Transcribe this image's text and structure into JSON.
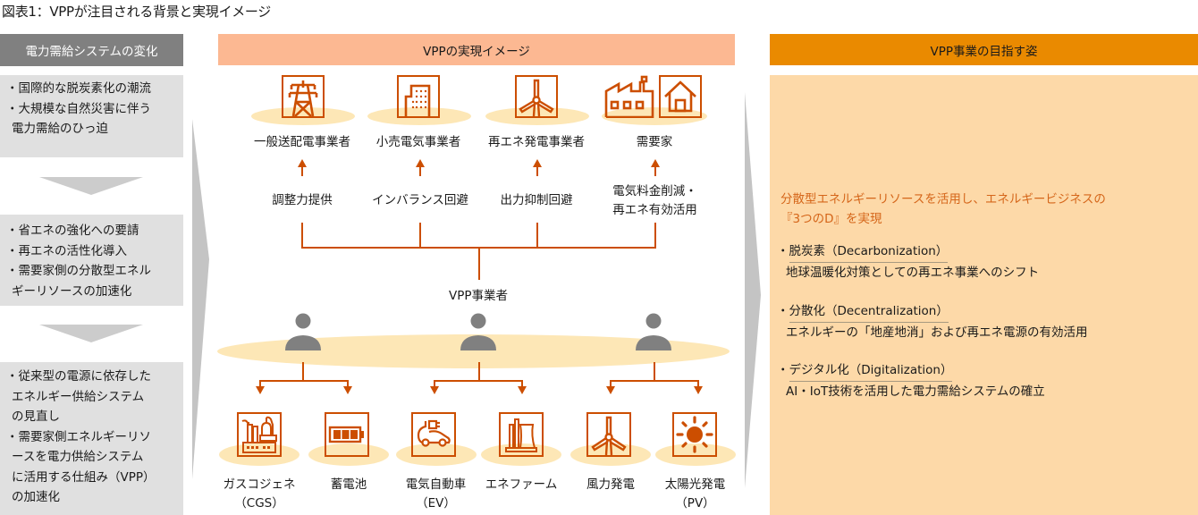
{
  "title": "図表1：VPPが注目される背景と実現イメージ",
  "colors": {
    "accent_dark": "#cc4e00",
    "center_header": "#fcb892",
    "right_header": "#ea8a00",
    "right_body": "#fdd9a8",
    "ellipse": "#fde7b6",
    "grey_header": "#808080",
    "grey_box": "#e0e0e0"
  },
  "left": {
    "header": "電力需給システムの変化",
    "boxes": [
      {
        "items": [
          "・国際的な脱炭素化の潮流",
          "・大規模な自然災害に伴う",
          "電力需給のひっ迫"
        ]
      },
      {
        "items": [
          "・省エネの強化への要請",
          "・再エネの活性化導入",
          "・需要家側の分散型エネル",
          "ギーリソースの加速化"
        ]
      },
      {
        "items": [
          "・従来型の電源に依存した",
          "エネルギー供給システム",
          "の見直し",
          "・需要家側エネルギーリソ",
          "ースを電力供給システム",
          "に活用する仕組み（VPP）",
          "の加速化"
        ]
      }
    ]
  },
  "center": {
    "header": "VPPの実現イメージ",
    "top_actors": [
      {
        "label": "一般送配電事業者",
        "icon": "transmission-tower-icon",
        "benefit": [
          "調整力提供"
        ]
      },
      {
        "label": "小売電気事業者",
        "icon": "building-icon",
        "benefit": [
          "インバランス回避"
        ]
      },
      {
        "label": "再エネ発電事業者",
        "icon": "wind-turbine-icon",
        "benefit": [
          "出力抑制回避"
        ]
      },
      {
        "label": "需要家",
        "icon": "factory-house-icon",
        "benefit": [
          "電気料金削減・",
          "再エネ有効活用"
        ]
      }
    ],
    "aggregator_label": "VPP事業者",
    "resources": [
      {
        "label": [
          "ガスコジェネ",
          "（CGS）"
        ],
        "icon": "cogeneration-plant-icon"
      },
      {
        "label": [
          "蓄電池"
        ],
        "icon": "battery-icon"
      },
      {
        "label": [
          "電気自動車",
          "（EV）"
        ],
        "icon": "electric-vehicle-icon"
      },
      {
        "label": [
          "エネファーム"
        ],
        "icon": "fuel-cell-icon"
      },
      {
        "label": [
          "風力発電"
        ],
        "icon": "wind-power-icon"
      },
      {
        "label": [
          "太陽光発電",
          "（PV）"
        ],
        "icon": "solar-sun-icon"
      }
    ]
  },
  "right": {
    "header": "VPP事業の目指す姿",
    "lead": [
      "分散型エネルギーリソースを活用し、エネルギービジネスの",
      "『3つのD』を実現"
    ],
    "points": [
      {
        "title": "脱炭素（Decarbonization）",
        "desc": "地球温暖化対策としての再エネ事業へのシフト"
      },
      {
        "title": "分散化（Decentralization）",
        "desc": "エネルギーの「地産地消」および再エネ電源の有効活用"
      },
      {
        "title": "デジタル化（Digitalization）",
        "desc": "AI・IoT技術を活用した電力需給システムの確立"
      }
    ]
  }
}
